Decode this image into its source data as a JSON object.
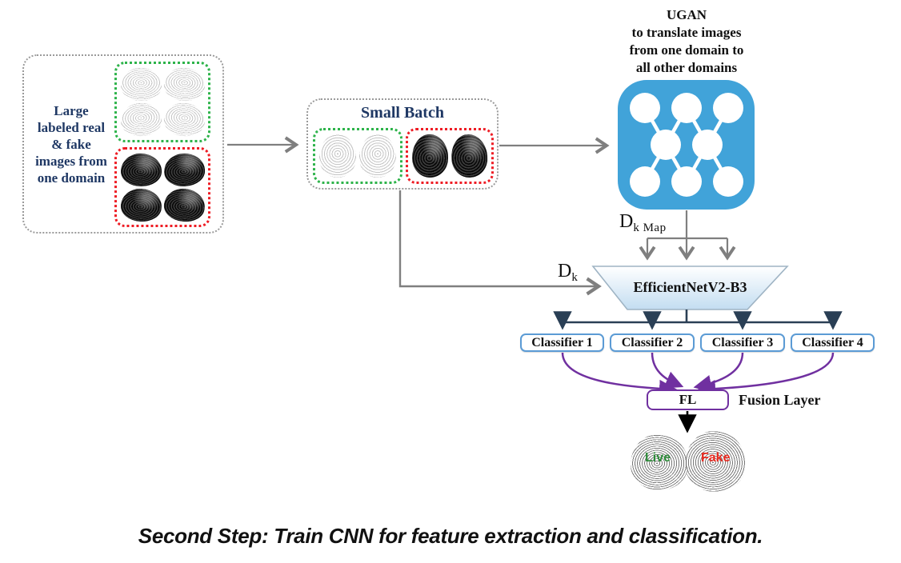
{
  "left_box": {
    "label_lines": [
      "Large",
      "labeled real",
      "& fake",
      "images from",
      "one domain"
    ]
  },
  "small_batch": {
    "title": "Small Batch"
  },
  "ugan": {
    "label_lines": [
      "UGAN",
      "to translate images",
      "from one domain to",
      "all other domains"
    ],
    "icon": "neural-network-icon"
  },
  "dk_map_label": {
    "base": "D",
    "sub": "k Map"
  },
  "dk_label": {
    "base": "D",
    "sub": "k"
  },
  "backbone": {
    "label": "EfficientNetV2-B3"
  },
  "classifiers": [
    {
      "label": "Classifier 1"
    },
    {
      "label": "Classifier 2"
    },
    {
      "label": "Classifier 3"
    },
    {
      "label": "Classifier 4"
    }
  ],
  "fusion": {
    "box_label": "FL",
    "side_label": "Fusion Layer"
  },
  "result": {
    "live_label": "Live",
    "fake_label": "Fake"
  },
  "caption": "Second Step: Train CNN for feature extraction and classification.",
  "colors": {
    "navy_text": "#1f3864",
    "ugan_blue": "#41a3d9",
    "classifier_border": "#5b9bd5",
    "purple": "#7030a0",
    "green_dotted": "#2db34a",
    "red_dotted": "#ee1c24",
    "live_green": "#2e8b3a",
    "fake_red": "#e8291f",
    "gray_arrow": "#7f7f7f",
    "navy_arrow": "#2a3f55",
    "trapezoid_fill": "#c3ddf1"
  }
}
